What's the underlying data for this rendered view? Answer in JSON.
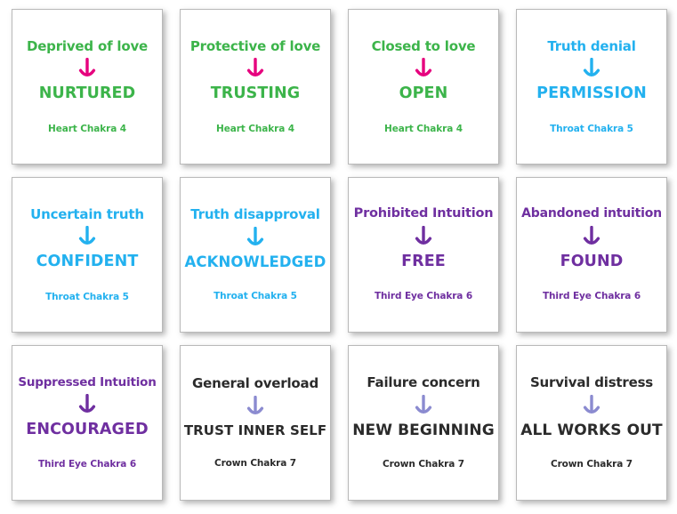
{
  "page": {
    "title": "Chakra Affirmation Cards",
    "background_color": "#ffffff",
    "card_border_color": "#b9b9b9"
  },
  "palette": {
    "green": "#3cb44a",
    "pink": "#e6007e",
    "blue": "#23b1ef",
    "purple": "#6f2fa0",
    "dark": "#2b2b2b",
    "lavender": "#8b8bd0"
  },
  "cards": [
    {
      "problem": "Deprived of love",
      "arrow_icon": "down-arrow-icon",
      "arrow_color": "#e6007e",
      "solution": "NURTURED",
      "chakra": "Heart Chakra 4",
      "theme": "green"
    },
    {
      "problem": "Protective of love",
      "arrow_icon": "down-arrow-icon",
      "arrow_color": "#e6007e",
      "solution": "TRUSTING",
      "chakra": "Heart Chakra 4",
      "theme": "green"
    },
    {
      "problem": "Closed to love",
      "arrow_icon": "down-arrow-icon",
      "arrow_color": "#e6007e",
      "solution": "OPEN",
      "chakra": "Heart Chakra 4",
      "theme": "green"
    },
    {
      "problem": "Truth denial",
      "arrow_icon": "down-arrow-icon",
      "arrow_color": "#23b1ef",
      "solution": "PERMISSION",
      "chakra": "Throat Chakra 5",
      "theme": "blue"
    },
    {
      "problem": "Uncertain truth",
      "arrow_icon": "down-arrow-icon",
      "arrow_color": "#23b1ef",
      "solution": "CONFIDENT",
      "chakra": "Throat Chakra 5",
      "theme": "blue"
    },
    {
      "problem": "Truth disapproval",
      "arrow_icon": "down-arrow-icon",
      "arrow_color": "#23b1ef",
      "solution": "ACKNOWLEDGED",
      "chakra": "Throat Chakra 5",
      "theme": "blue"
    },
    {
      "problem": "Prohibited Intuition",
      "arrow_icon": "down-arrow-icon",
      "arrow_color": "#6f2fa0",
      "solution": "FREE",
      "chakra": "Third Eye Chakra 6",
      "theme": "purple"
    },
    {
      "problem": "Abandoned intuition",
      "arrow_icon": "down-arrow-icon",
      "arrow_color": "#6f2fa0",
      "solution": "FOUND",
      "chakra": "Third Eye Chakra 6",
      "theme": "purple"
    },
    {
      "problem": "Suppressed Intuition",
      "arrow_icon": "down-arrow-icon",
      "arrow_color": "#6f2fa0",
      "solution": "ENCOURAGED",
      "chakra": "Third Eye Chakra 6",
      "theme": "purple"
    },
    {
      "problem": "General overload",
      "arrow_icon": "down-arrow-icon",
      "arrow_color": "#8b8bd0",
      "solution": "TRUST INNER SELF",
      "chakra": "Crown Chakra 7",
      "theme": "dark"
    },
    {
      "problem": "Failure concern",
      "arrow_icon": "down-arrow-icon",
      "arrow_color": "#8b8bd0",
      "solution": "NEW BEGINNING",
      "chakra": "Crown Chakra 7",
      "theme": "dark"
    },
    {
      "problem": "Survival distress",
      "arrow_icon": "down-arrow-icon",
      "arrow_color": "#8b8bd0",
      "solution": "ALL WORKS OUT",
      "chakra": "Crown Chakra 7",
      "theme": "dark"
    }
  ]
}
